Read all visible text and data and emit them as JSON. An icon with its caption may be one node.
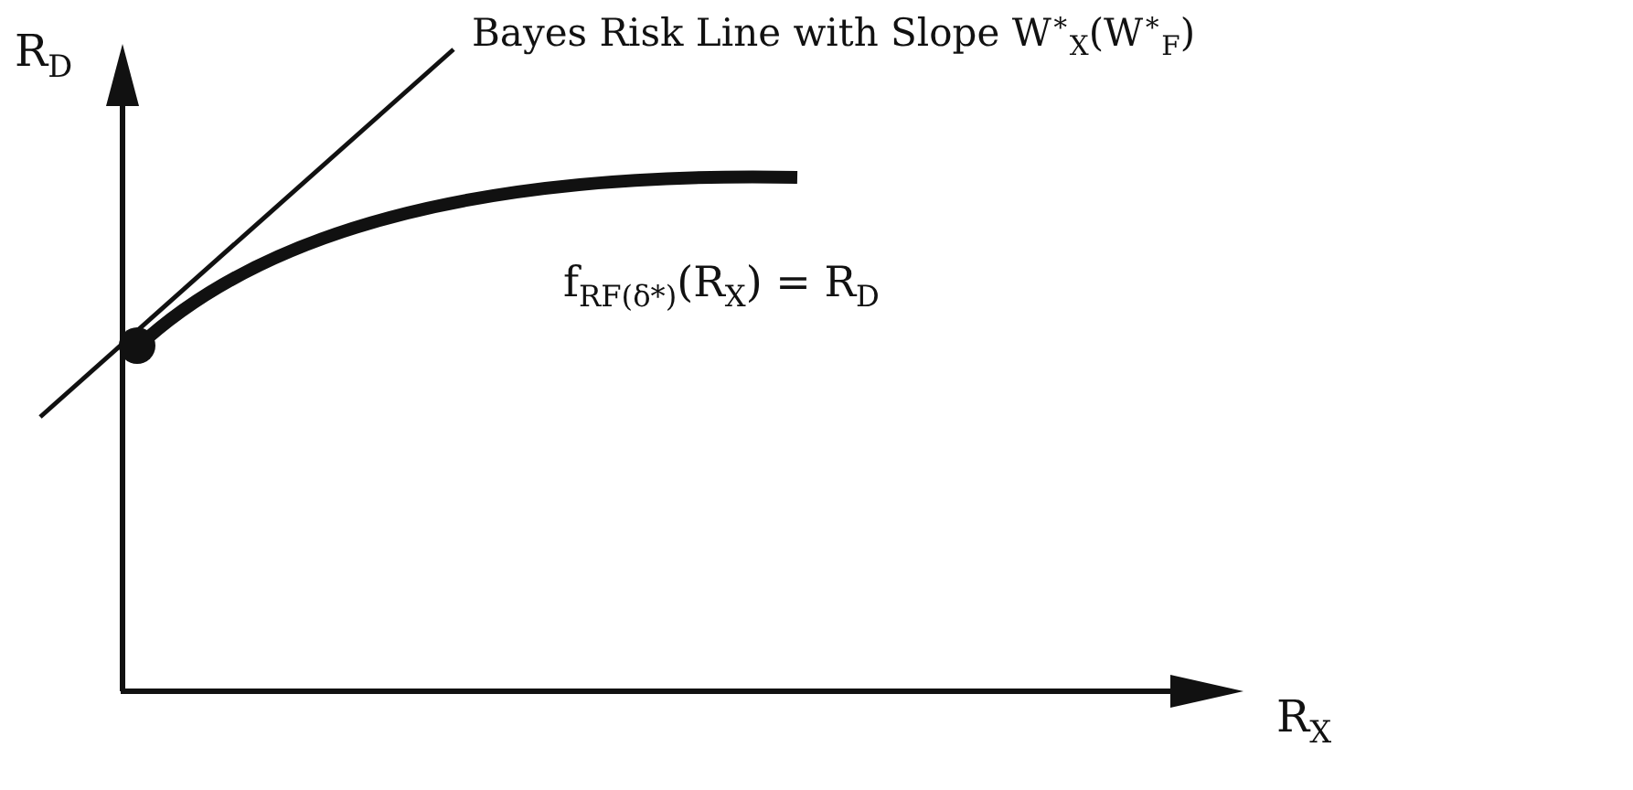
{
  "diagram": {
    "labels": [
      "R$_{D}$",
      "Bayes Risk Line with Slope W$^{∗}$$_{X}$(W$^{∗}$$_{F}$)",
      "f$_{RF(δ*)}$(R$_{X}$) = R$_{D}$",
      "R$_{X}$"
    ]
  }
}
